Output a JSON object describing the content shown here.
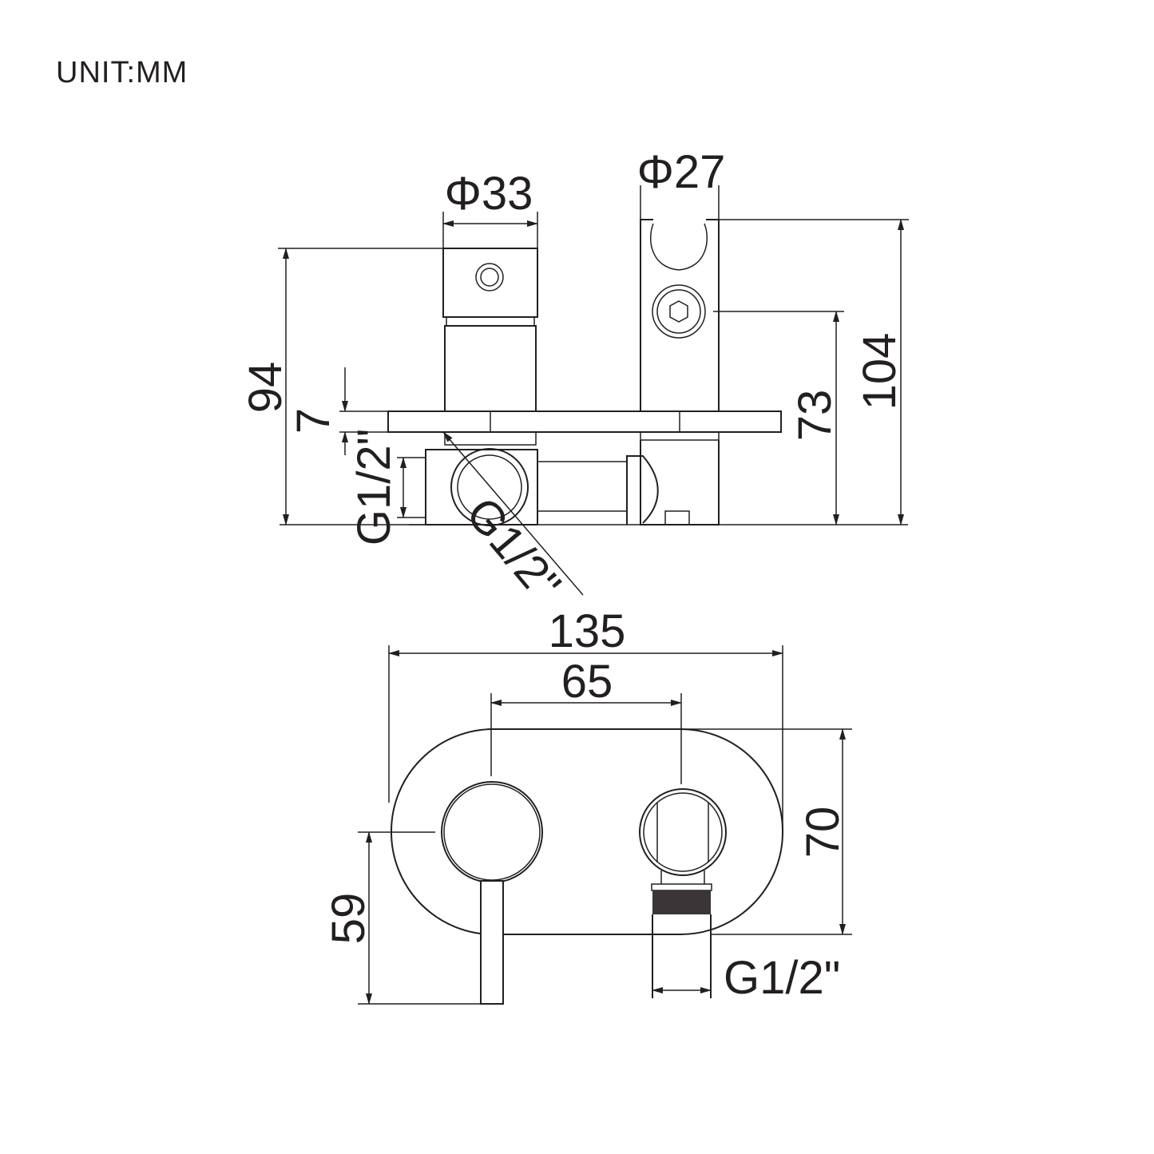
{
  "unit_label": "UNIT:MM",
  "side_view": {
    "dia_handle": "Φ33",
    "dia_holder": "Φ27",
    "height_total_left": "94",
    "plate_thickness": "7",
    "inlet_left": "G1/2\"",
    "inlet_diagonal": "G1/2\"",
    "height_holder_center": "73",
    "height_total_right": "104"
  },
  "front_view": {
    "plate_width": "135",
    "center_distance": "65",
    "plate_height": "70",
    "lever_height": "59",
    "outlet_thread": "G1/2\""
  },
  "colors": {
    "line": "#231f20",
    "background": "#ffffff"
  }
}
